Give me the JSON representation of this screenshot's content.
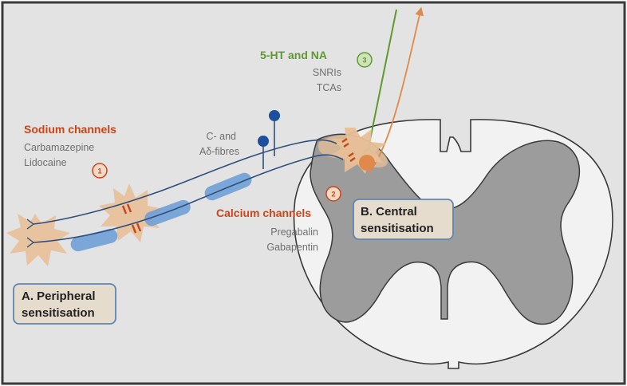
{
  "colors": {
    "background": "#e3e3e3",
    "border": "#3a3a3a",
    "grey_matter": "#9c9c9c",
    "nerve": "#2e4f7c",
    "myelin": "#6f9fd6",
    "burst": "#e7bf98",
    "sodium_red": "#c9461a",
    "serotonin_green": "#5f9a2e",
    "descending_orange": "#e0894a",
    "box_fill": "#e6dccd",
    "box_border": "#5f86b3"
  },
  "labels": {
    "sodium_title": "Sodium channels",
    "sodium_drug1": "Carbamazepine",
    "sodium_drug2": "Lidocaine",
    "fibres_line1": "C- and",
    "fibres_line2": "Aδ-fibres",
    "calcium_title": "Calcium channels",
    "calcium_drug1": "Pregabalin",
    "calcium_drug2": "Gabapentin",
    "serotonin_title": "5-HT and NA",
    "serotonin_drug1": "SNRIs",
    "serotonin_drug2": "TCAs",
    "peripheral_line1": "A. Peripheral",
    "peripheral_line2": "sensitisation",
    "central_line1": "B. Central",
    "central_line2": "sensitisation"
  },
  "markers": {
    "marker1": "1",
    "marker2": "2",
    "marker3": "3"
  }
}
